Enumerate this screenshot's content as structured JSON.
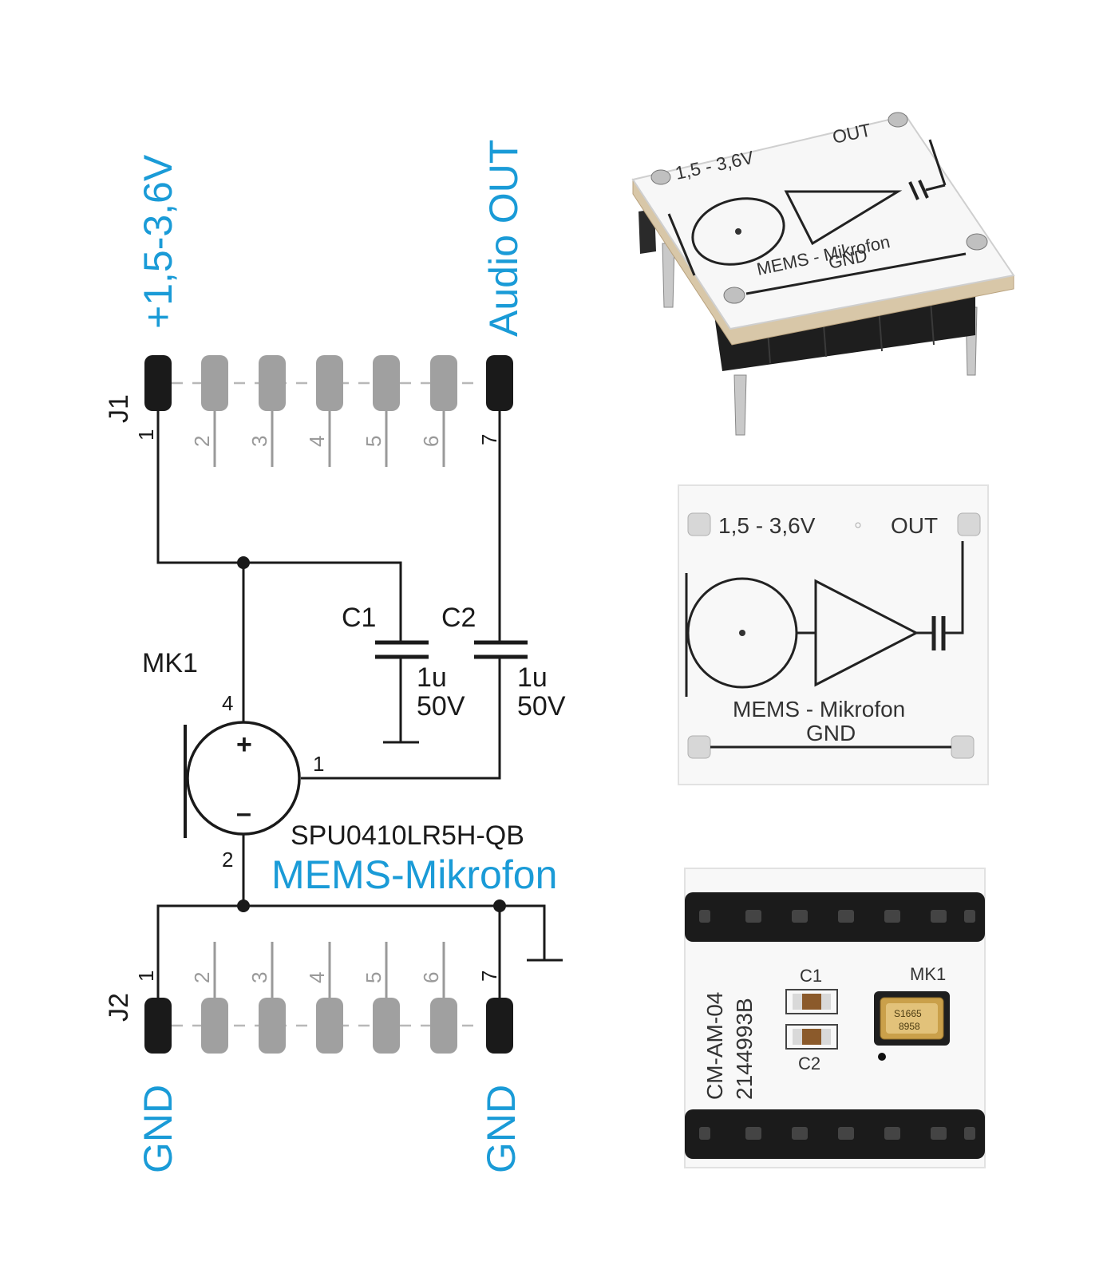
{
  "schematic": {
    "j1_voltage_label": "+1,5-3,6V",
    "j1_out_label": "Audio OUT",
    "j1_ref": "J1",
    "j2_ref": "J2",
    "j2_gnd_left": "GND",
    "j2_gnd_right": "GND",
    "pins": [
      "1",
      "2",
      "3",
      "4",
      "5",
      "6",
      "7"
    ],
    "c1": {
      "ref": "C1",
      "value": "1u",
      "voltage": "50V"
    },
    "c2": {
      "ref": "C2",
      "value": "1u",
      "voltage": "50V"
    },
    "mk1": {
      "ref": "MK1",
      "part": "SPU0410LR5H-QB",
      "pin_plus": "4",
      "pin_out": "1",
      "pin_minus": "2",
      "plus_sign": "+",
      "minus_sign": "–"
    },
    "title": "MEMS-Mikrofon"
  },
  "board_top": {
    "voltage": "1,5 - 3,6V",
    "out": "OUT",
    "name": "MEMS - Mikrofon",
    "gnd": "GND"
  },
  "board_bottom": {
    "model": "CM-AM-04",
    "serial": "2144993B",
    "c1": "C1",
    "c2": "C2",
    "mk1": "MK1",
    "chip_line1": "S1665",
    "chip_line2": "8958"
  },
  "colors": {
    "accent": "#1a9bd7"
  }
}
